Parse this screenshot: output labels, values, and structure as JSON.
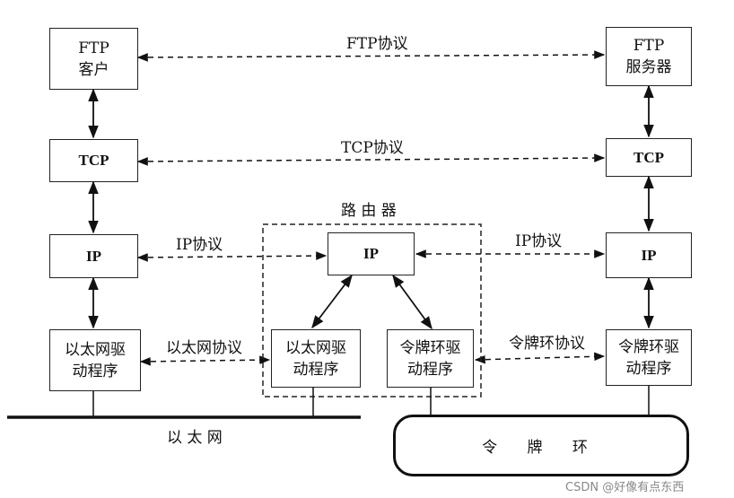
{
  "left": {
    "ftp_client": [
      "FTP",
      "客户"
    ],
    "tcp": "TCP",
    "ip": "IP",
    "eth_driver": [
      "以太网驱",
      "动程序"
    ]
  },
  "right": {
    "ftp_server": [
      "FTP",
      "服务器"
    ],
    "tcp": "TCP",
    "ip": "IP",
    "token_driver": [
      "令牌环驱",
      "动程序"
    ]
  },
  "router": {
    "title": "路 由 器",
    "ip": "IP",
    "eth_driver": [
      "以太网驱",
      "动程序"
    ],
    "token_driver": [
      "令牌环驱",
      "动程序"
    ]
  },
  "protocols": {
    "ftp": "FTP协议",
    "tcp": "TCP协议",
    "ip_left": "IP协议",
    "ip_right": "IP协议",
    "ethernet": "以太网协议",
    "token_ring": "令牌环协议"
  },
  "networks": {
    "ethernet": "以 太 网",
    "token_ring": "令 牌 环"
  },
  "watermark": "CSDN @好像有点东西"
}
